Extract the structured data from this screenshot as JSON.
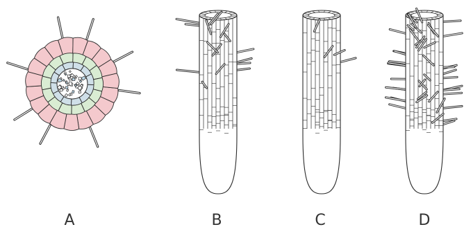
{
  "figure": {
    "panels": [
      {
        "id": "A",
        "label": "A",
        "kind": "cross-section"
      },
      {
        "id": "B",
        "label": "B",
        "kind": "root-tip"
      },
      {
        "id": "C",
        "label": "C",
        "kind": "root-tip"
      },
      {
        "id": "D",
        "label": "D",
        "kind": "root-tip"
      }
    ],
    "colors": {
      "ink": "#2b2b2b",
      "epidermis_fill": "#f4c9cd",
      "cortex_fill": "#d9ecd3",
      "endodermis_fill": "#cfdfe8",
      "stele_fill": "#ffffff",
      "background": "#ffffff"
    }
  }
}
